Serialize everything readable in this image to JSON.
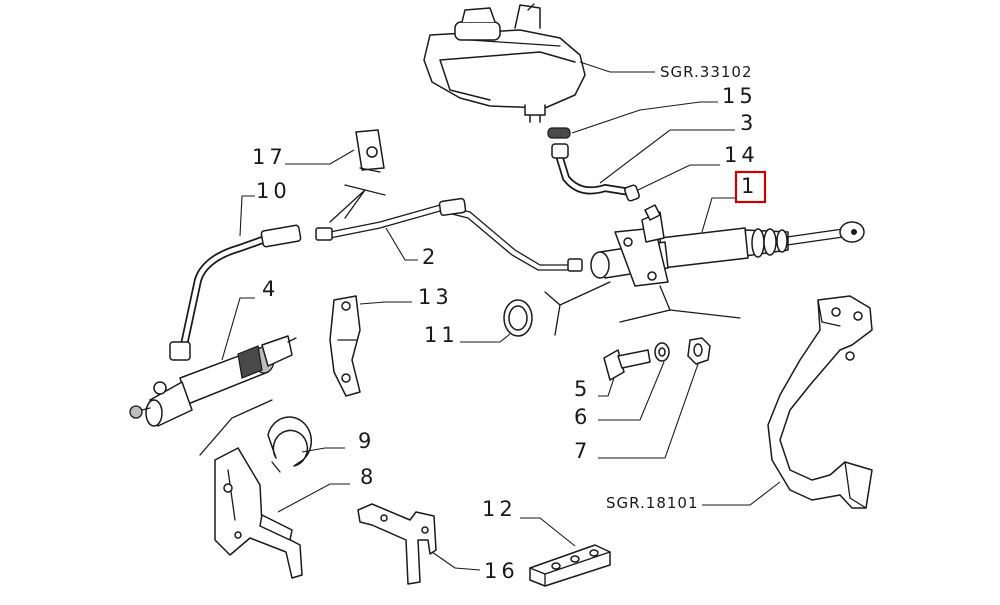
{
  "diagram": {
    "highlight_color": "#cc0000",
    "references": {
      "reservoir": "SGR.33102",
      "pedal": "SGR.18101"
    },
    "callouts": {
      "master_cylinder": "1",
      "pipe_long": "2",
      "hose_reservoir": "3",
      "slave_cylinder": "4",
      "bolt": "5",
      "washer": "6",
      "nut": "7",
      "bracket_large": "8",
      "snap_ring": "9",
      "hose_flex": "10",
      "seal_ring": "11",
      "pad": "12",
      "fork_lever": "13",
      "clip_small": "14",
      "clip_reservoir": "15",
      "bracket_small": "16",
      "clip_pipe": "17"
    },
    "highlighted_callout": "master_cylinder"
  }
}
